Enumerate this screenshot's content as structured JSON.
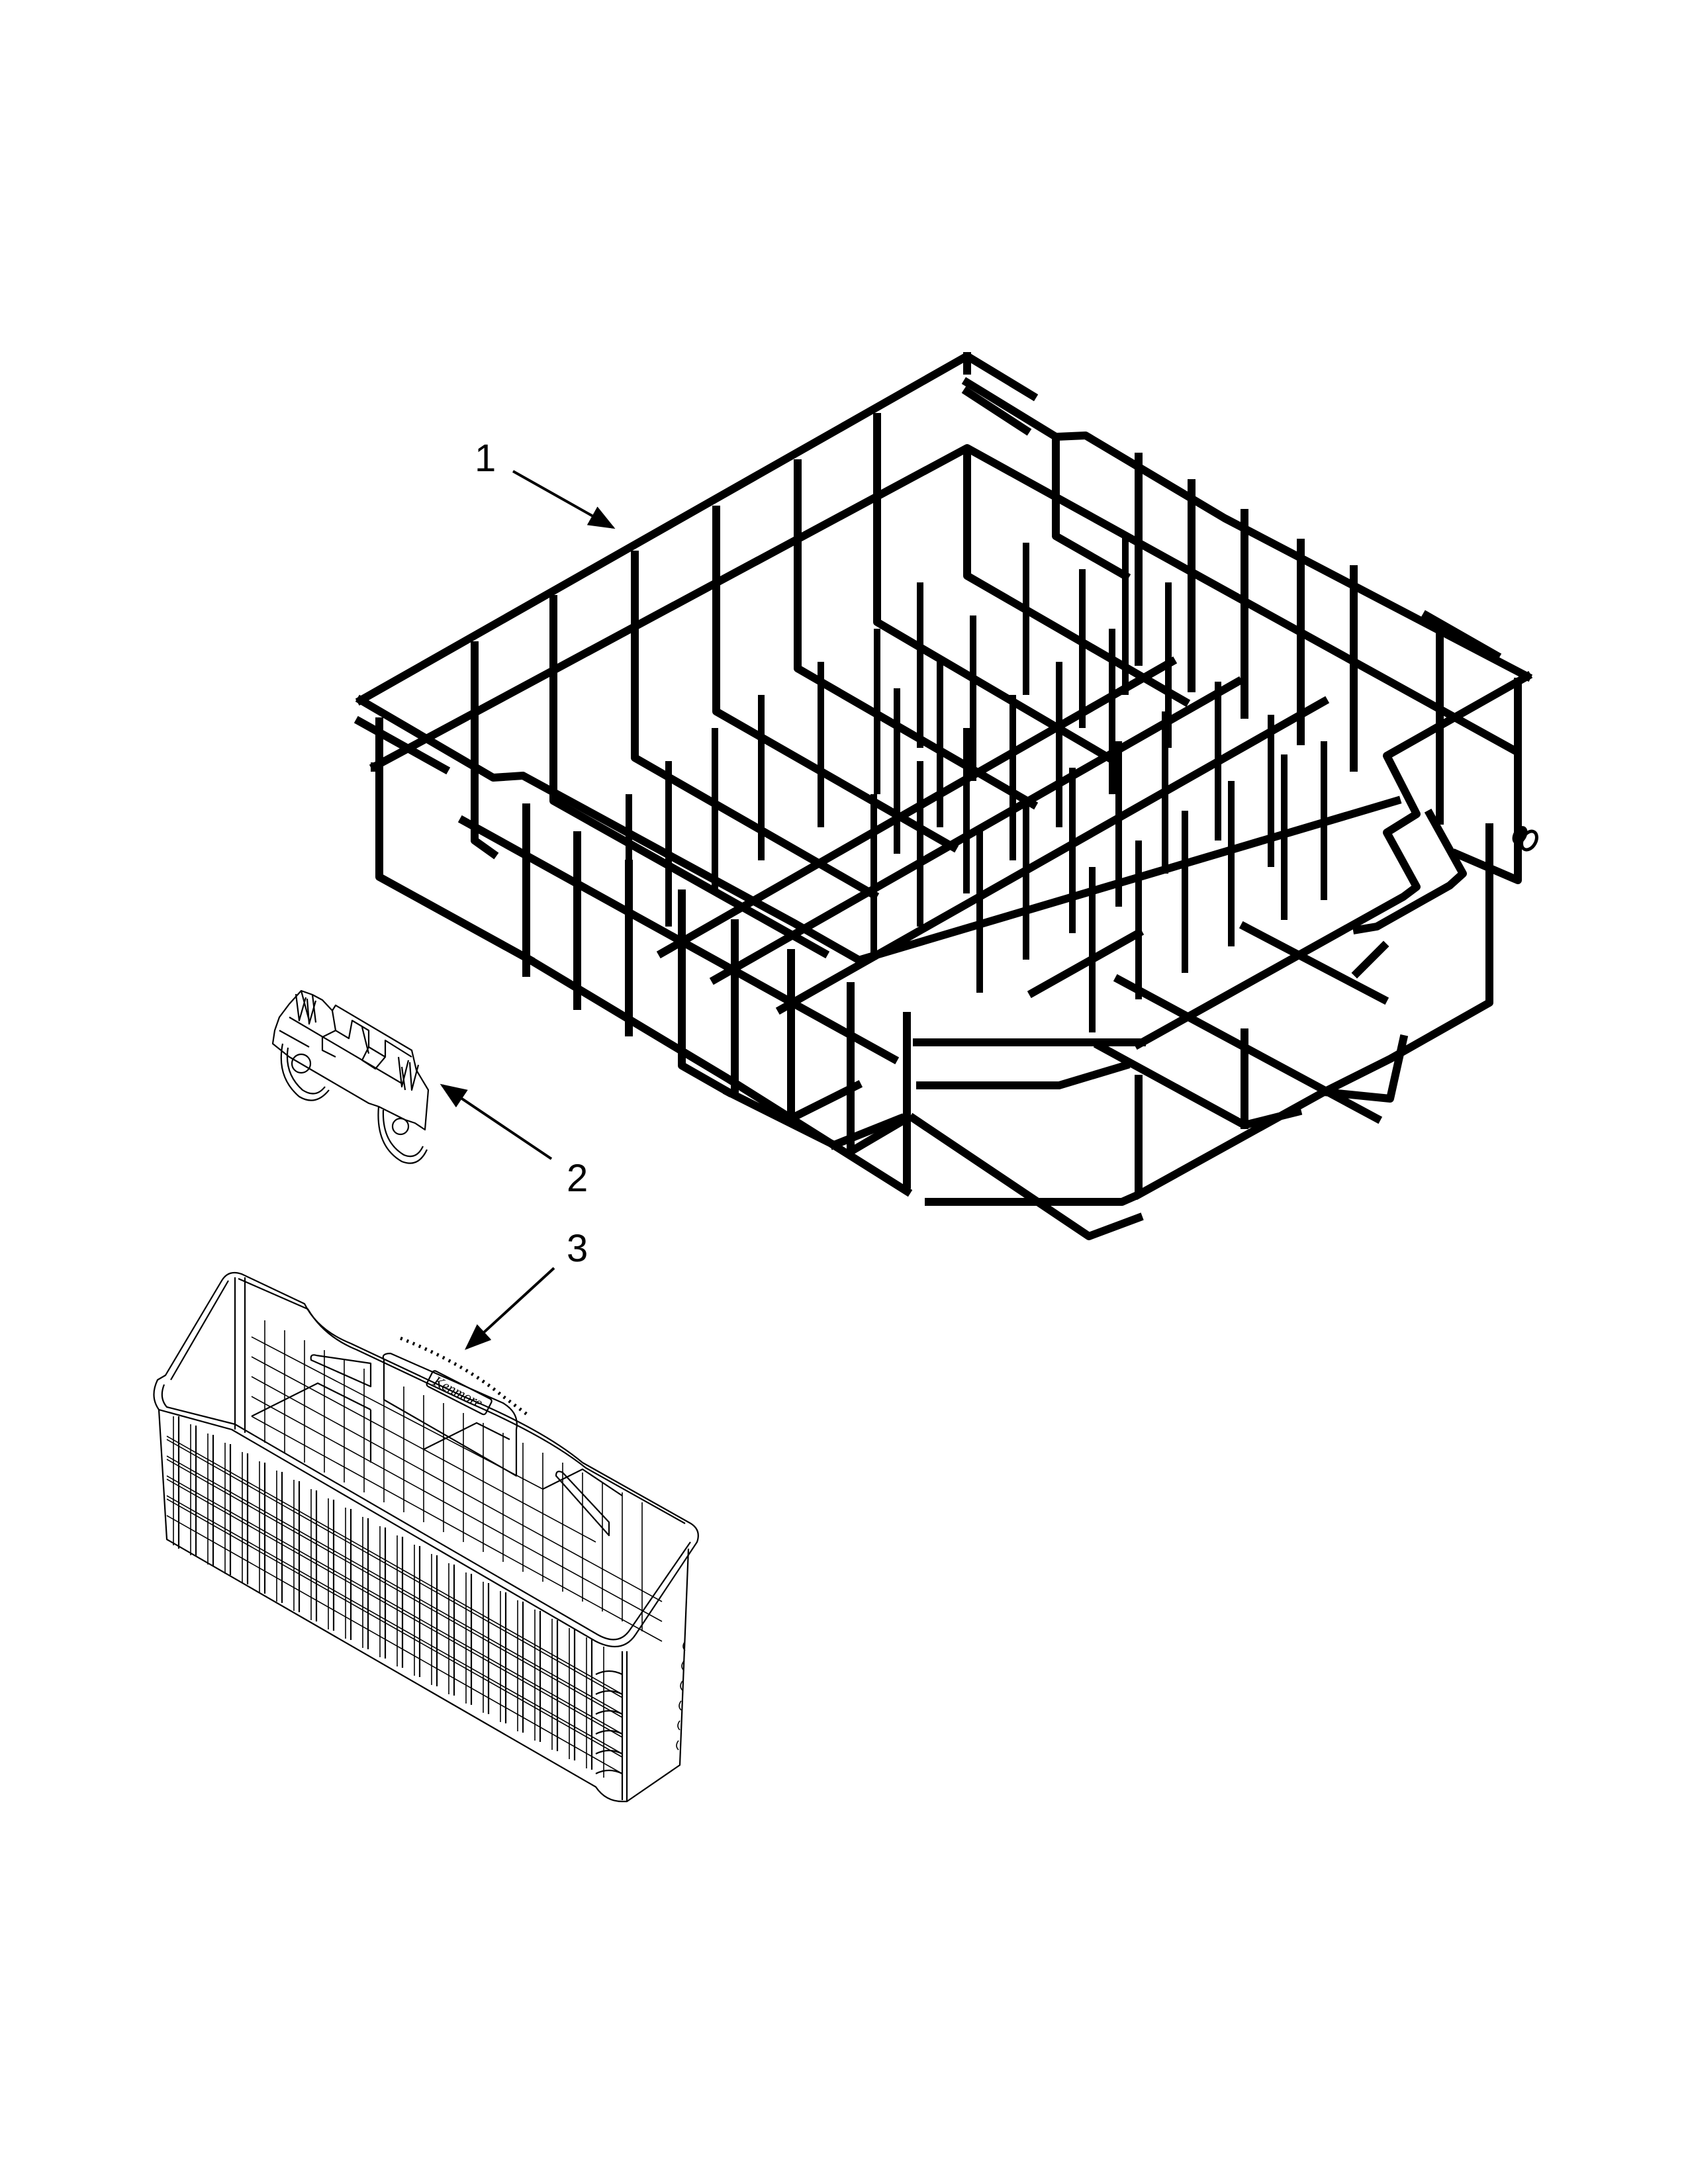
{
  "page": {
    "background": "#ffffff",
    "line_color": "#000000"
  },
  "callouts": [
    {
      "number": "1",
      "part": "dishrack-upper"
    },
    {
      "number": "2",
      "part": "rack-roller-assembly"
    },
    {
      "number": "3",
      "part": "silverware-basket"
    }
  ],
  "basket": {
    "logo_text": "Kenmore"
  }
}
